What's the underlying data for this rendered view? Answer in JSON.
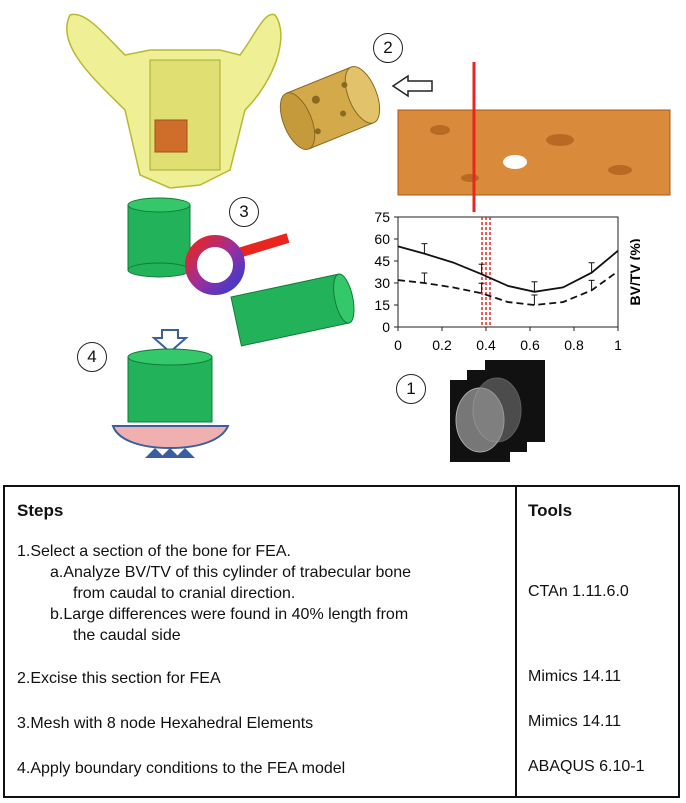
{
  "steps_labels": {
    "s1": "1",
    "s2": "2",
    "s3": "3",
    "s4": "4"
  },
  "chart_data": {
    "type": "line",
    "ylabel": "BV/TV (%)",
    "xlim": [
      0,
      1
    ],
    "ylim": [
      0,
      75
    ],
    "xticks": [
      "0",
      "0.2",
      "0.4",
      "0.6",
      "0.8",
      "1"
    ],
    "yticks": [
      "0",
      "15",
      "30",
      "45",
      "60",
      "75"
    ],
    "highlight_x": 0.4,
    "series": [
      {
        "style": "solid",
        "x": [
          0,
          0.12,
          0.25,
          0.38,
          0.5,
          0.62,
          0.75,
          0.88,
          1.0
        ],
        "y": [
          55,
          50,
          44,
          36,
          28,
          24,
          27,
          37,
          52
        ]
      },
      {
        "style": "dashed",
        "x": [
          0,
          0.12,
          0.25,
          0.38,
          0.5,
          0.62,
          0.75,
          0.88,
          1.0
        ],
        "y": [
          32,
          30,
          27,
          23,
          17,
          15,
          17,
          25,
          38
        ]
      }
    ]
  },
  "colors": {
    "bone": "#e8e86a",
    "orange": "#d98a3a",
    "green": "#22b35a",
    "red": "#e8261f",
    "arrow_blue": "#3a5fa0",
    "plate": "#f0b0b0"
  },
  "table": {
    "header_steps": "Steps",
    "header_tools": "Tools",
    "rows": [
      {
        "step": "1.Select a section of the bone for FEA.",
        "tool": ""
      },
      {
        "step": "a.Analyze BV/TV of this cylinder of trabecular bone",
        "tool": ""
      },
      {
        "step": "from caudal to cranial direction.",
        "tool": "CTAn 1.11.6.0"
      },
      {
        "step": "b.Large differences were found in 40% length from",
        "tool": ""
      },
      {
        "step": "the caudal side",
        "tool": ""
      },
      {
        "step": "2.Excise this section for FEA",
        "tool": "Mimics 14.11"
      },
      {
        "step": "3.Mesh with 8 node Hexahedral Elements",
        "tool": "Mimics 14.11"
      },
      {
        "step": "4.Apply boundary conditions to the FEA model",
        "tool": "ABAQUS 6.10-1"
      }
    ]
  }
}
